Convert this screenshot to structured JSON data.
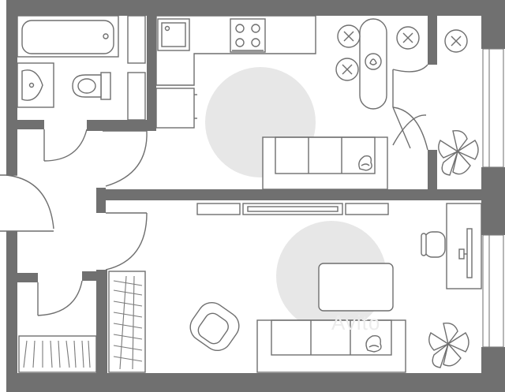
{
  "plan": {
    "rooms": [
      "bathroom",
      "toilet",
      "kitchen-living",
      "balcony",
      "hallway",
      "wardrobe",
      "bedroom-living"
    ],
    "watermark": "Avito"
  },
  "colors": {
    "wall": "#707070",
    "outline": "#6f6f6f",
    "highlight": "#e7e7e7",
    "background": "#ffffff"
  }
}
